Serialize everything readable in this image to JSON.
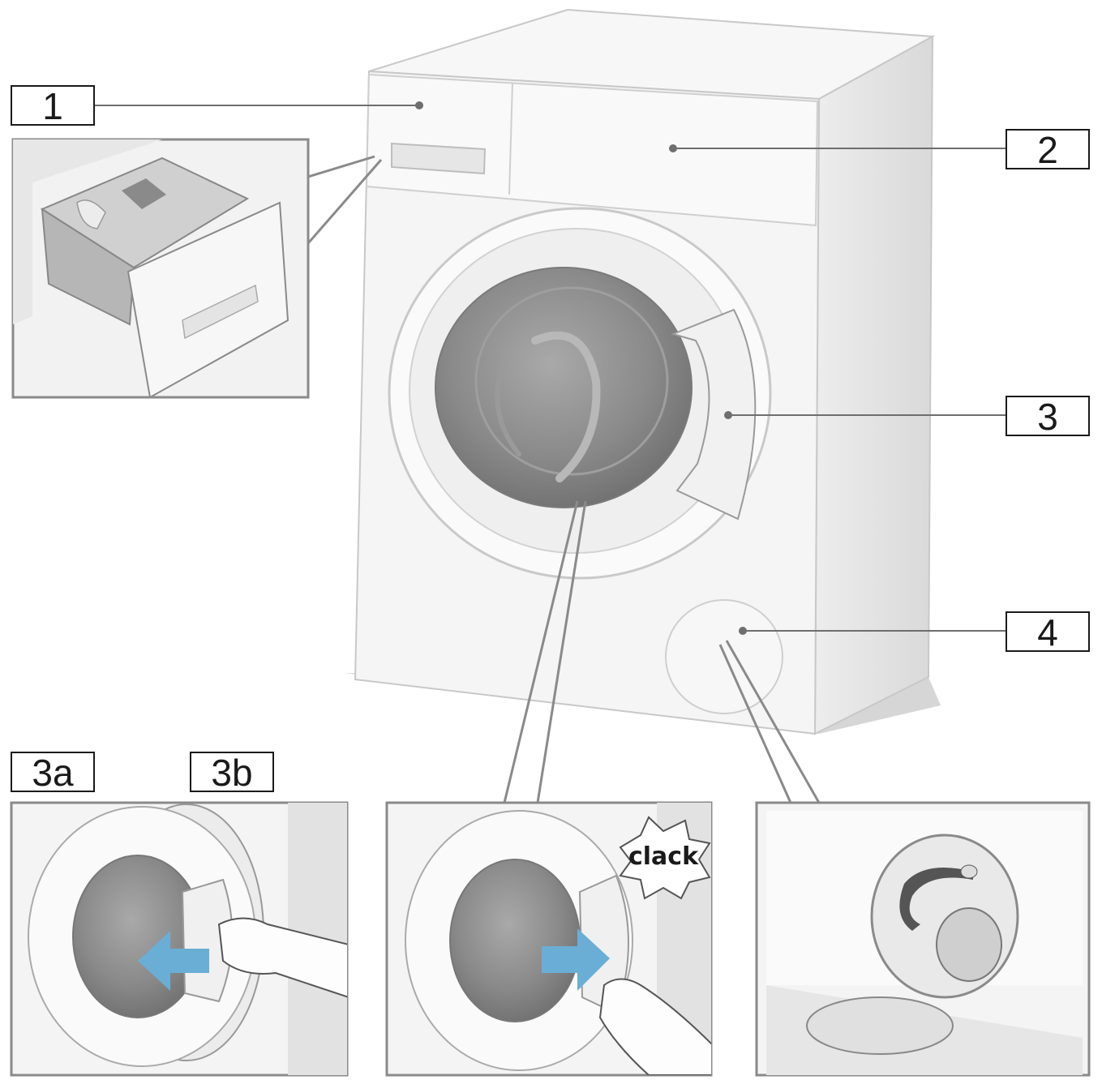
{
  "callouts": {
    "c1": "1",
    "c2": "2",
    "c3": "3",
    "c4": "4",
    "c3a": "3a",
    "c3b": "3b"
  },
  "sound_effect": "clack",
  "colors": {
    "machine_body": "#f4f4f4",
    "machine_side": "#e6e6e6",
    "drum_glass": "#8c8c8c",
    "arrow": "#6aaed6",
    "panel_border": "#8a8a8a"
  },
  "icons": [
    "left-arrow-icon",
    "right-arrow-icon",
    "hand-icon",
    "burst-icon"
  ]
}
